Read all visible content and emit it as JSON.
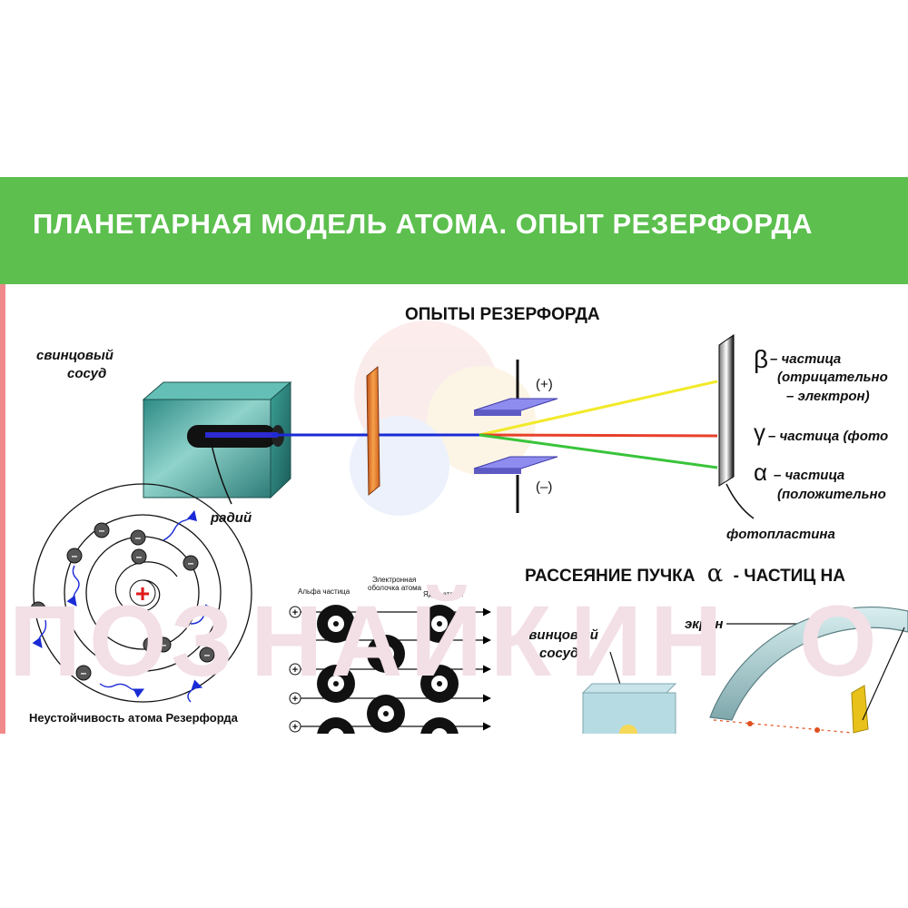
{
  "banner": {
    "title": "ПЛАНЕТАРНАЯ МОДЕЛЬ АТОМА. ОПЫТ РЕЗЕРФОРДА"
  },
  "experiment": {
    "heading": "ОПЫТЫ РЕЗЕРФОРДА",
    "lead_vessel_label": "свинцовый\nсосуд",
    "radium_label": "радий",
    "plus_sign": "(+)",
    "minus_sign": "(–)",
    "photoplate_label": "фотопластина",
    "beta": {
      "symbol": "β",
      "line1": "– частица",
      "line2": "(отрицательно",
      "line3": "– электрон)"
    },
    "gamma": {
      "symbol": "γ",
      "line1": "– частица (фото"
    },
    "alpha": {
      "symbol": "α",
      "line1": "– частица",
      "line2": "(положительно"
    },
    "colors": {
      "beam": "#1a2bd6",
      "beta": "#f2ea2a",
      "gamma": "#e8402a",
      "alpha": "#38c43a",
      "plate": "#ee8c2c",
      "capacitor": "#7b78e6",
      "vessel": "#4fa9a0"
    }
  },
  "atom": {
    "caption": "Неустойчивость  атома Резерфорда",
    "nucleus_sign": "+",
    "electron_sign": "–"
  },
  "foil": {
    "alpha_label": "Альфа частица",
    "shell_label": "Электронная\nоболочка атома",
    "nucleus_label": "Ядро атома",
    "particle_sign": "+"
  },
  "scattering": {
    "heading_start": "РАССЕЯНИЕ ПУЧКА",
    "alpha_symbol": "α",
    "heading_end": "- ЧАСТИЦ НА",
    "vessel_label": "свинцовый\nсосуд",
    "screen_label": "экран"
  },
  "watermark": {
    "letters": [
      "П",
      "О",
      "З",
      "Н",
      "А",
      "Й",
      "К",
      "И",
      "Н",
      "О"
    ]
  }
}
